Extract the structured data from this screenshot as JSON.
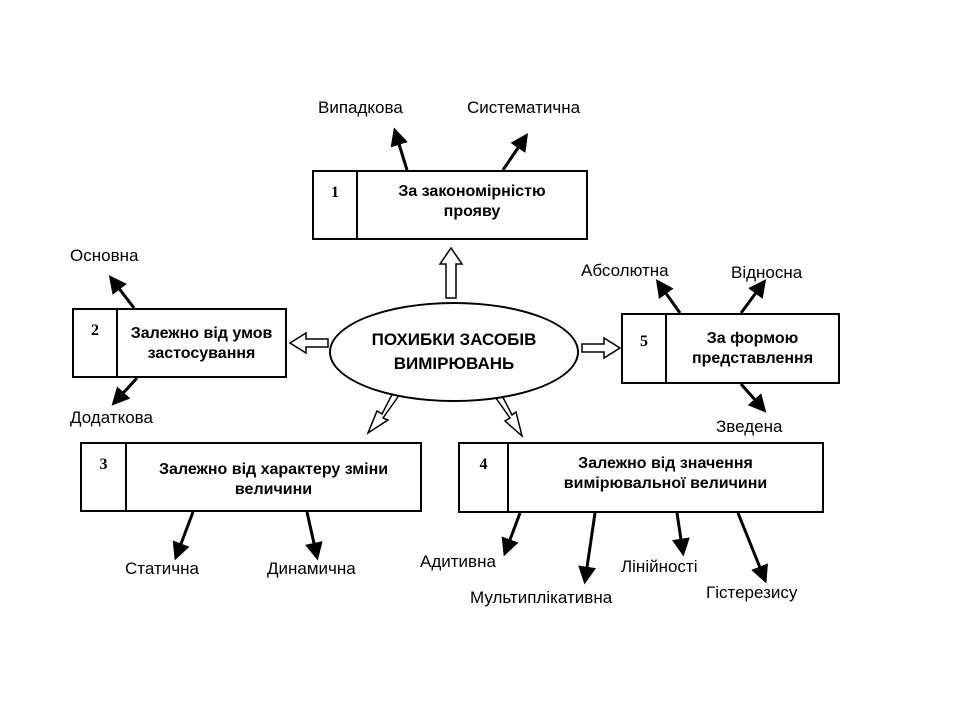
{
  "center": {
    "line1": "ПОХИБКИ ЗАСОБІВ",
    "line2": "ВИМІРЮВАНЬ"
  },
  "boxes": [
    {
      "num": "1",
      "title": "За закономірністю прояву",
      "labels": [
        "Випадкова",
        "Систематична"
      ]
    },
    {
      "num": "2",
      "title": "Залежно від умов застосування",
      "labels": [
        "Основна",
        "Додаткова"
      ]
    },
    {
      "num": "3",
      "title": "Залежно від характеру зміни величини",
      "labels": [
        "Статична",
        "Динамична"
      ]
    },
    {
      "num": "4",
      "title": "Залежно від значення вимірювальної величини",
      "labels": [
        "Адитивна",
        "Мультиплікативна",
        "Лінійності",
        "Гістерезису"
      ]
    },
    {
      "num": "5",
      "title": "За формою представлення",
      "labels": [
        "Абсолютна",
        "Відносна",
        "Зведена"
      ]
    }
  ]
}
